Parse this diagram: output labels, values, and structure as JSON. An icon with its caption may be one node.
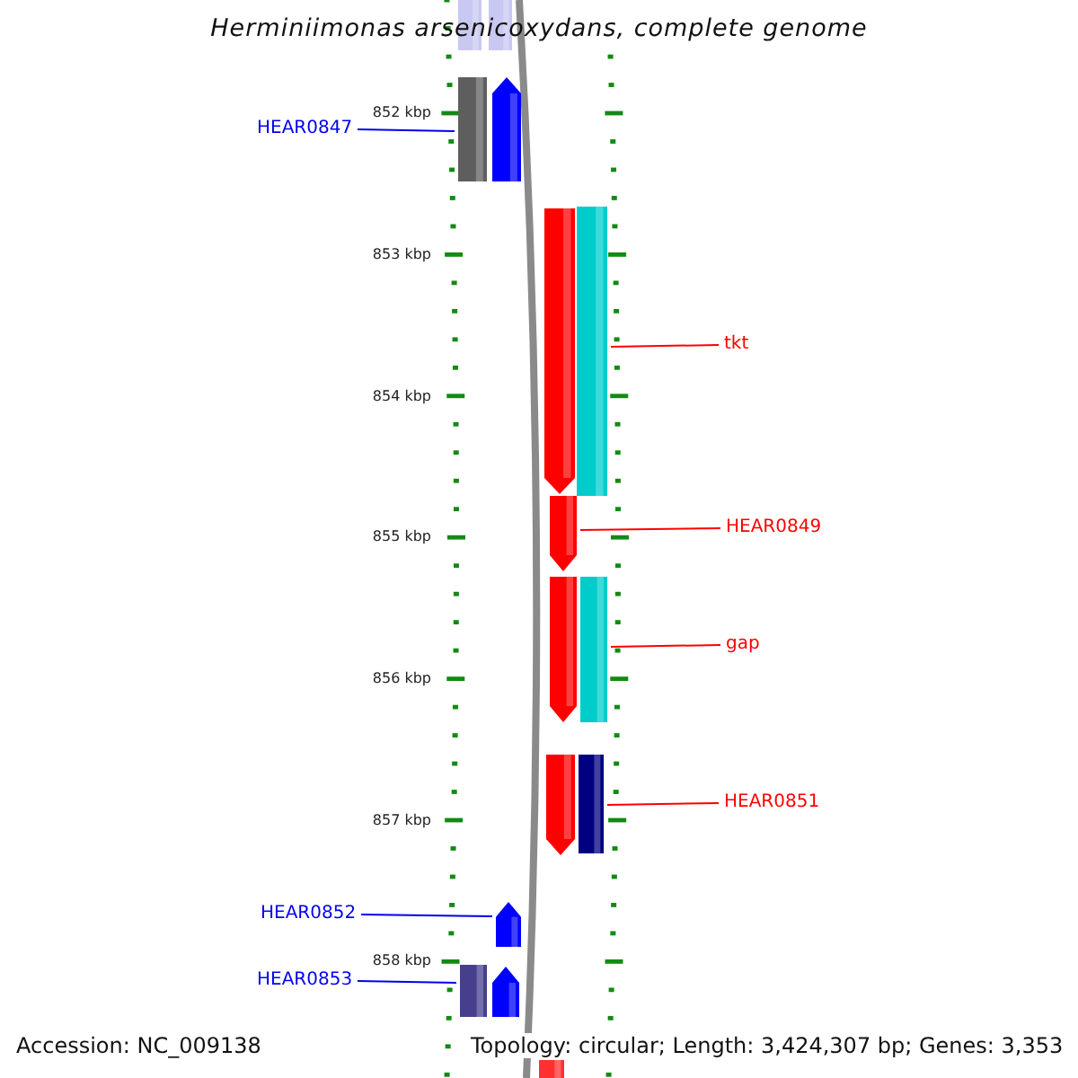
{
  "diagram": {
    "title": "Herminiimonas arsenicoxydans, complete genome",
    "nodes": [
      {
        "text": [],
        "shape": "bar"
      },
      {
        "text": [],
        "shape": "bar"
      },
      {
        "text": [],
        "shape": "bar"
      },
      {
        "text": [
          "HEAR0847"
        ]
      },
      {
        "text": [],
        "shape": "pentagon"
      },
      {
        "text": [],
        "shape": "pentagon"
      },
      {
        "text": [],
        "shape": "bar"
      },
      {
        "text": [
          "tkt"
        ]
      },
      {
        "text": [],
        "shape": "pentagon"
      },
      {
        "text": [
          "HEAR0849"
        ]
      },
      {
        "text": [],
        "shape": "pentagon"
      },
      {
        "text": [],
        "shape": "bar"
      },
      {
        "text": [
          "gap"
        ]
      },
      {
        "text": [],
        "shape": "pentagon"
      },
      {
        "text": [],
        "shape": "bar"
      },
      {
        "text": [
          "HEAR0851"
        ]
      },
      {
        "text": [
          "HEAR0852"
        ]
      },
      {
        "text": [],
        "shape": "pentagon"
      },
      {
        "text": [
          "HEAR0853"
        ]
      },
      {
        "text": [],
        "shape": "bar"
      },
      {
        "text": [],
        "shape": "pentagon"
      },
      {
        "text": [],
        "shape": "bar"
      }
    ],
    "edges": [
      {
        "from": 3,
        "to": 2,
        "arrow": "none",
        "color": "#0000ee"
      },
      {
        "from": 7,
        "to": 6,
        "arrow": "none"
      },
      {
        "from": 9,
        "to": 8,
        "arrow": "none"
      },
      {
        "from": 12,
        "to": 11,
        "arrow": "none"
      },
      {
        "from": 15,
        "to": 14,
        "arrow": "none"
      },
      {
        "from": 16,
        "to": 17,
        "arrow": "none",
        "color": "#0000ee"
      },
      {
        "from": 18,
        "to": 19,
        "arrow": "none",
        "color": "#0000ee"
      }
    ],
    "labels": [
      "852 kbp",
      "853 kbp",
      "854 kbp",
      "855 kbp",
      "856 kbp",
      "857 kbp",
      "858 kbp",
      "Accession: NC_009138",
      "Topology: circular; Length: 3,424,307 bp; Genes: 3,353"
    ]
  }
}
